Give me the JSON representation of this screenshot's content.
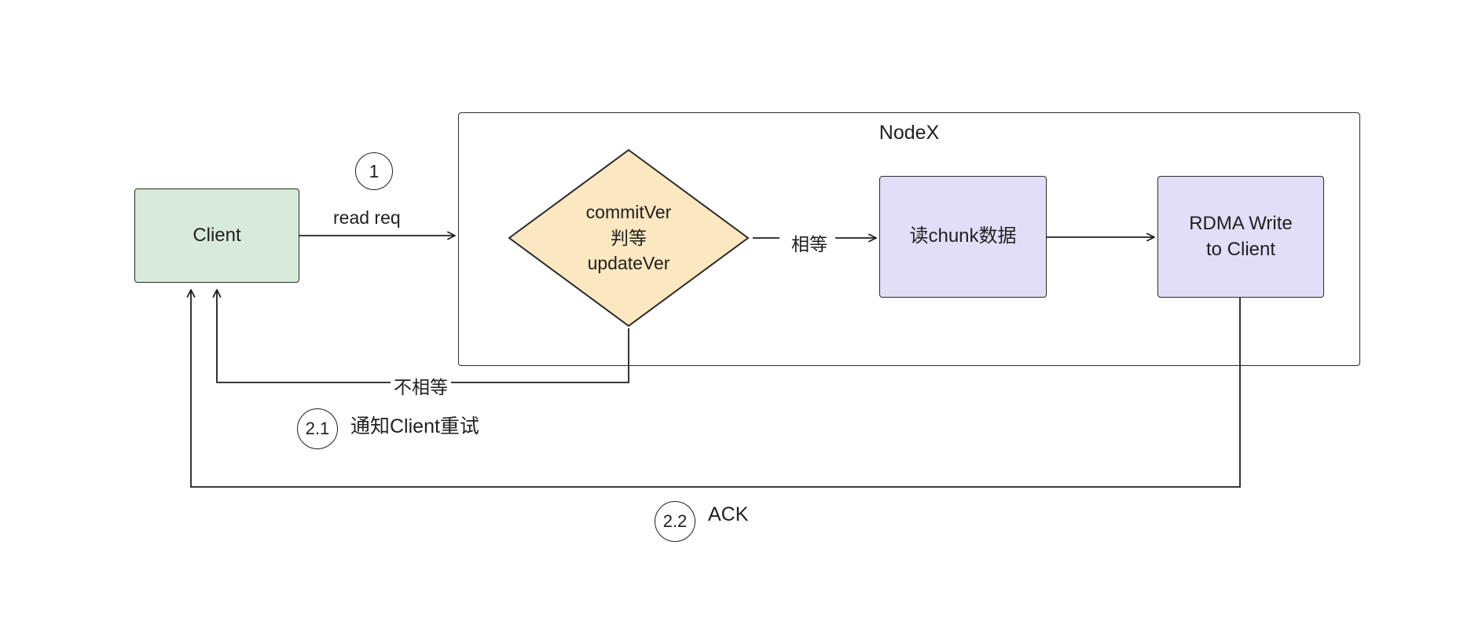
{
  "diagram": {
    "title_container": "NodeX",
    "nodes": {
      "client": "Client",
      "decision": "commitVer\n判等\nupdateVer",
      "decision_line1": "commitVer",
      "decision_line2": "判等",
      "decision_line3": "updateVer",
      "read_chunk": "读chunk数据",
      "rdma_write_line1": "RDMA Write",
      "rdma_write_line2": "to Client"
    },
    "edge_labels": {
      "read_req": "read req",
      "equal": "相等",
      "not_equal": "不相等",
      "notify_retry": "通知Client重试",
      "ack": "ACK"
    },
    "step_badges": {
      "one": "1",
      "two_one": "2.1",
      "two_two": "2.2"
    },
    "colors": {
      "client_fill": "#d8ead9",
      "decision_fill": "#fbe7c0",
      "process_fill": "#e2def7",
      "stroke": "#2a2a2a",
      "background": "#ffffff"
    }
  }
}
